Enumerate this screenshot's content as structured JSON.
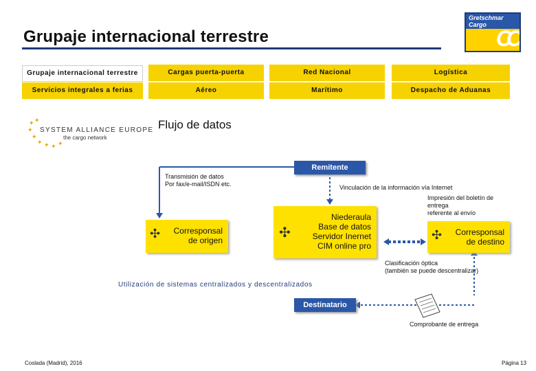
{
  "title": "Grupaje internacional terrestre",
  "logo": {
    "line1": "Gretschmar",
    "line2": "Cargo",
    "mark": "CC"
  },
  "nav": {
    "row1": [
      "Grupaje internacional terrestre",
      "Cargas puerta-puerta",
      "Red Nacional",
      "Logística"
    ],
    "row2": [
      "Servicios integrales a ferias",
      "Aéreo",
      "Marítimo",
      "Despacho de Aduanas"
    ]
  },
  "alliance": {
    "name": "SYSTEM ALLIANCE EUROPE",
    "tagline": "the cargo network"
  },
  "section_title": "Flujo de datos",
  "remitente": "Remitente",
  "destinatario": "Destinatario",
  "transmision": {
    "line1": "Transmisión de datos",
    "line2": "Por fax/e-mail/ISDN etc."
  },
  "vinculacion": "Vinculación de la información vía Internet",
  "impresion": {
    "line1": "Impresión del boletín de",
    "line2": "entrega",
    "line3": "referente al envío"
  },
  "hub": {
    "line1": "Niederaula",
    "line2": "Base de datos",
    "line3": "Servidor Inernet",
    "line4": "CIM online pro"
  },
  "origen": {
    "line1": "Corresponsal",
    "line2": "de origen"
  },
  "destino": {
    "line1": "Corresponsal",
    "line2": "de destino"
  },
  "clasificacion": {
    "line1": "Clasificación óptica",
    "line2": "(también se puede descentralizar)"
  },
  "utilizacion": "Utilización de sistemas centralizados y descentralizados",
  "comprobante": "Comprobante de entrega",
  "footer": {
    "left": "Coslada (Madrid), 2016",
    "right": "Página 13"
  },
  "colors": {
    "accent_blue": "#2a57a8",
    "tab_yellow": "#f6d200",
    "box_yellow": "#ffe100"
  }
}
